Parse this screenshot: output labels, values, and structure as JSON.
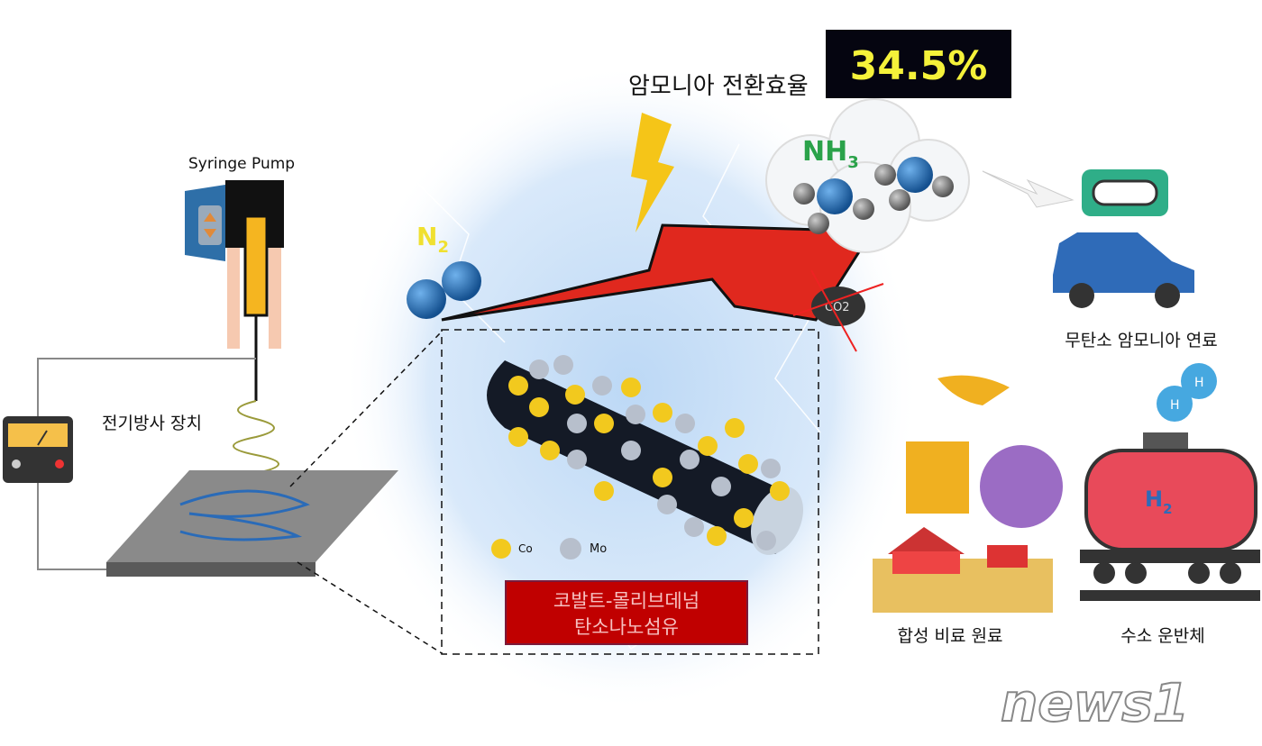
{
  "title": {
    "label": "암모니아 전환효율",
    "value": "34.5%"
  },
  "apparatus": {
    "pump_label": "Syringe Pump",
    "device_label": "전기방사 장치"
  },
  "molecules": {
    "n2": "N",
    "n2_sub": "2",
    "nh3": "NH",
    "nh3_sub": "3",
    "co2": "CO2"
  },
  "catalyst": {
    "legend_co": "Co",
    "legend_mo": "Mo",
    "name_line1": "코발트-몰리브데넘",
    "name_line2": "탄소나노섬유"
  },
  "applications": [
    {
      "label": "무탄소 암모니아 연료"
    },
    {
      "label": "합성 비료 원료"
    },
    {
      "label": "수소 운반체",
      "tank_text": "H",
      "tank_sub": "2",
      "atom": "H"
    }
  ],
  "watermark": "news1",
  "colors": {
    "arrow": "#e0281e",
    "nitrogen": "#1f6fb5",
    "cobalt": "#f2c91e",
    "molybdenum": "#b7bfcc",
    "label_box": "#c00000",
    "highlight": "#f5f23a"
  }
}
